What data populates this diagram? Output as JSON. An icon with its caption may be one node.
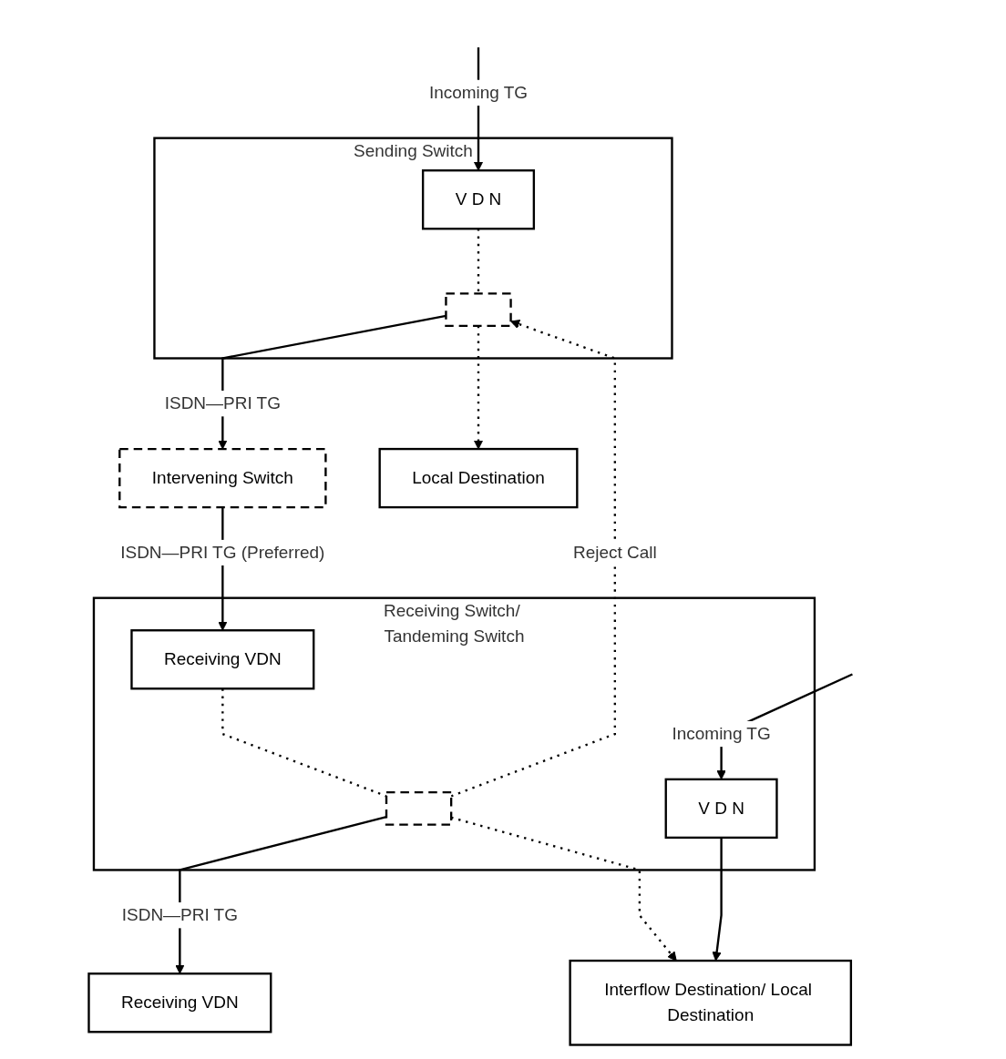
{
  "diagram": {
    "nodes": [
      {
        "text": [
          "Sending Switch"
        ]
      },
      {
        "text": [
          "V D N"
        ],
        "in": 0
      },
      {
        "text": [],
        "shape": "box",
        "in": 0
      },
      {
        "text": [
          "Intervening Switch"
        ]
      },
      {
        "text": [
          "Local Destination"
        ]
      },
      {
        "text": [
          "Receiving Switch/ Tandeming Switch"
        ]
      },
      {
        "text": [
          "Receiving VDN"
        ],
        "in": 5
      },
      {
        "text": [],
        "shape": "box",
        "in": 5
      },
      {
        "text": [
          "V D N"
        ],
        "in": 5
      },
      {
        "text": [
          "Receiving VDN"
        ]
      },
      {
        "text": [
          "Interflow Destination/ Local Destination"
        ]
      }
    ],
    "edges": [
      {
        "from": null,
        "to": 1,
        "arrow": "to",
        "label": "Incoming TG"
      },
      {
        "from": 1,
        "to": 2,
        "arrow": "none",
        "style": "dashed"
      },
      {
        "from": 2,
        "to": 3,
        "arrow": "to",
        "label": "ISDN—PRI TG"
      },
      {
        "from": 2,
        "to": 4,
        "arrow": "to",
        "style": "dashed"
      },
      {
        "from": 7,
        "to": 2,
        "arrow": "to",
        "style": "dashed",
        "label": "Reject Call"
      },
      {
        "from": 3,
        "to": 6,
        "arrow": "to",
        "label": "ISDN—PRI TG (Preferred)"
      },
      {
        "from": 7,
        "to": 9,
        "arrow": "to",
        "label": "ISDN—PRI TG"
      },
      {
        "from": 6,
        "to": 7,
        "arrow": "none",
        "style": "dashed"
      },
      {
        "from": 7,
        "to": 10,
        "arrow": "to",
        "style": "dashed"
      },
      {
        "from": null,
        "to": 8,
        "arrow": "to",
        "label": "Incoming TG"
      },
      {
        "from": 8,
        "to": 10,
        "arrow": "to"
      }
    ]
  }
}
